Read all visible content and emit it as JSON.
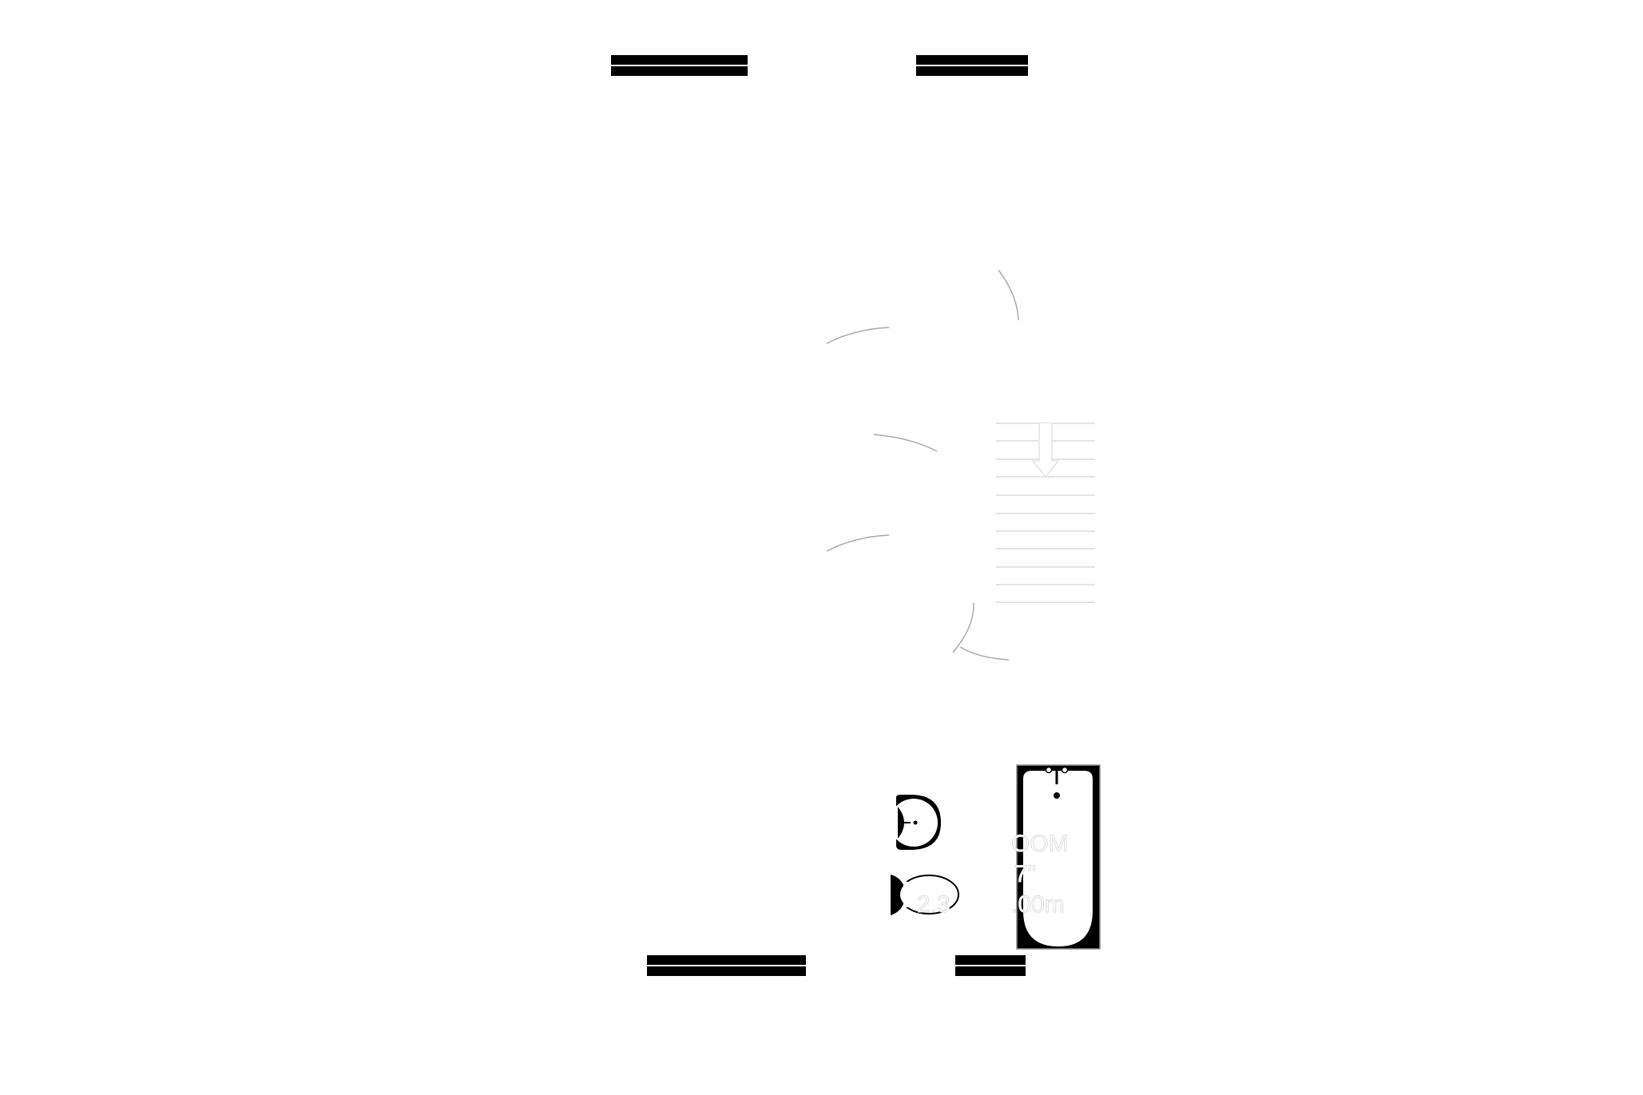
{
  "plan": {
    "room_label": "BATHROOM",
    "label_fragments": [
      "OOM",
      "7\"",
      "2.3",
      ".00m"
    ],
    "colors": {
      "wall": "#000000",
      "door_arc": "#aaaaaa",
      "stair_line": "#e4e4e4",
      "background": "#ffffff"
    }
  }
}
